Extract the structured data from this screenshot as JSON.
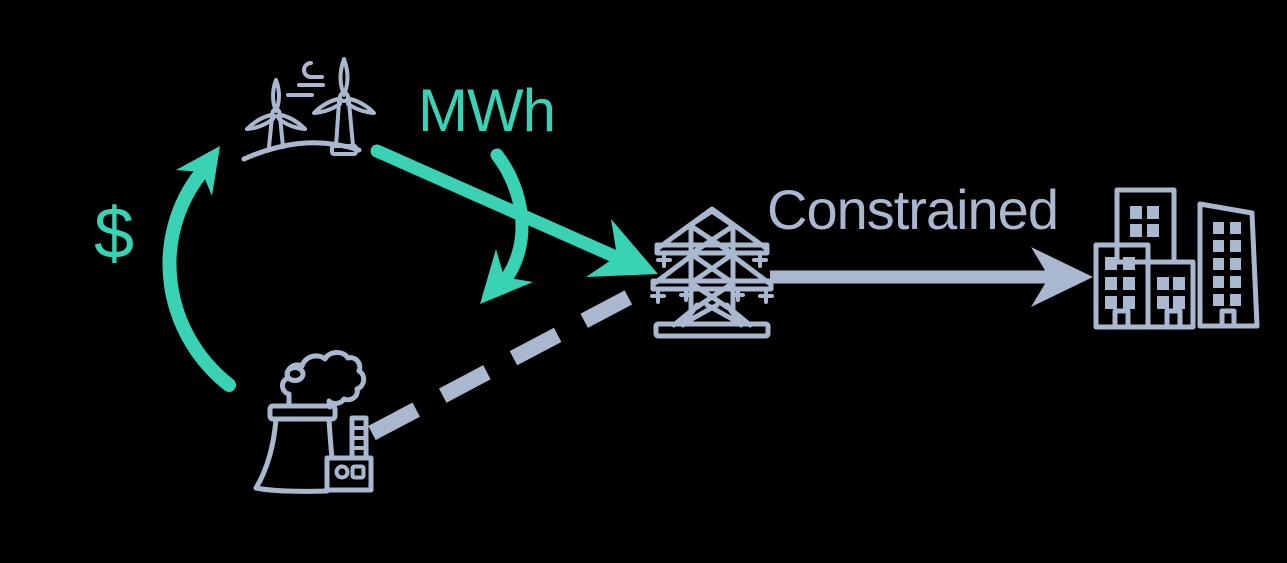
{
  "background": "#000000",
  "colors": {
    "teal": "#39d2b5",
    "gray": "#a9b8cf"
  },
  "labels": {
    "price": "$",
    "energy": "MWh",
    "constraint": "Constrained"
  },
  "nodes": {
    "wind_farm": {
      "icon": "wind-turbines-icon"
    },
    "power_plant": {
      "icon": "power-plant-icon"
    },
    "grid": {
      "icon": "transmission-tower-icon"
    },
    "city": {
      "icon": "city-buildings-icon"
    }
  },
  "edges": [
    {
      "from": "wind_farm",
      "to": "grid",
      "style": "solid",
      "color": "teal",
      "label": "MWh"
    },
    {
      "from": "wind_farm",
      "to": "down",
      "style": "curved",
      "color": "teal",
      "label": ""
    },
    {
      "from": "power_plant",
      "to": "wind_farm",
      "style": "curved",
      "color": "teal",
      "label": "$"
    },
    {
      "from": "power_plant",
      "to": "grid",
      "style": "dashed",
      "color": "gray",
      "label": ""
    },
    {
      "from": "grid",
      "to": "city",
      "style": "solid",
      "color": "gray",
      "label": "Constrained"
    }
  ]
}
